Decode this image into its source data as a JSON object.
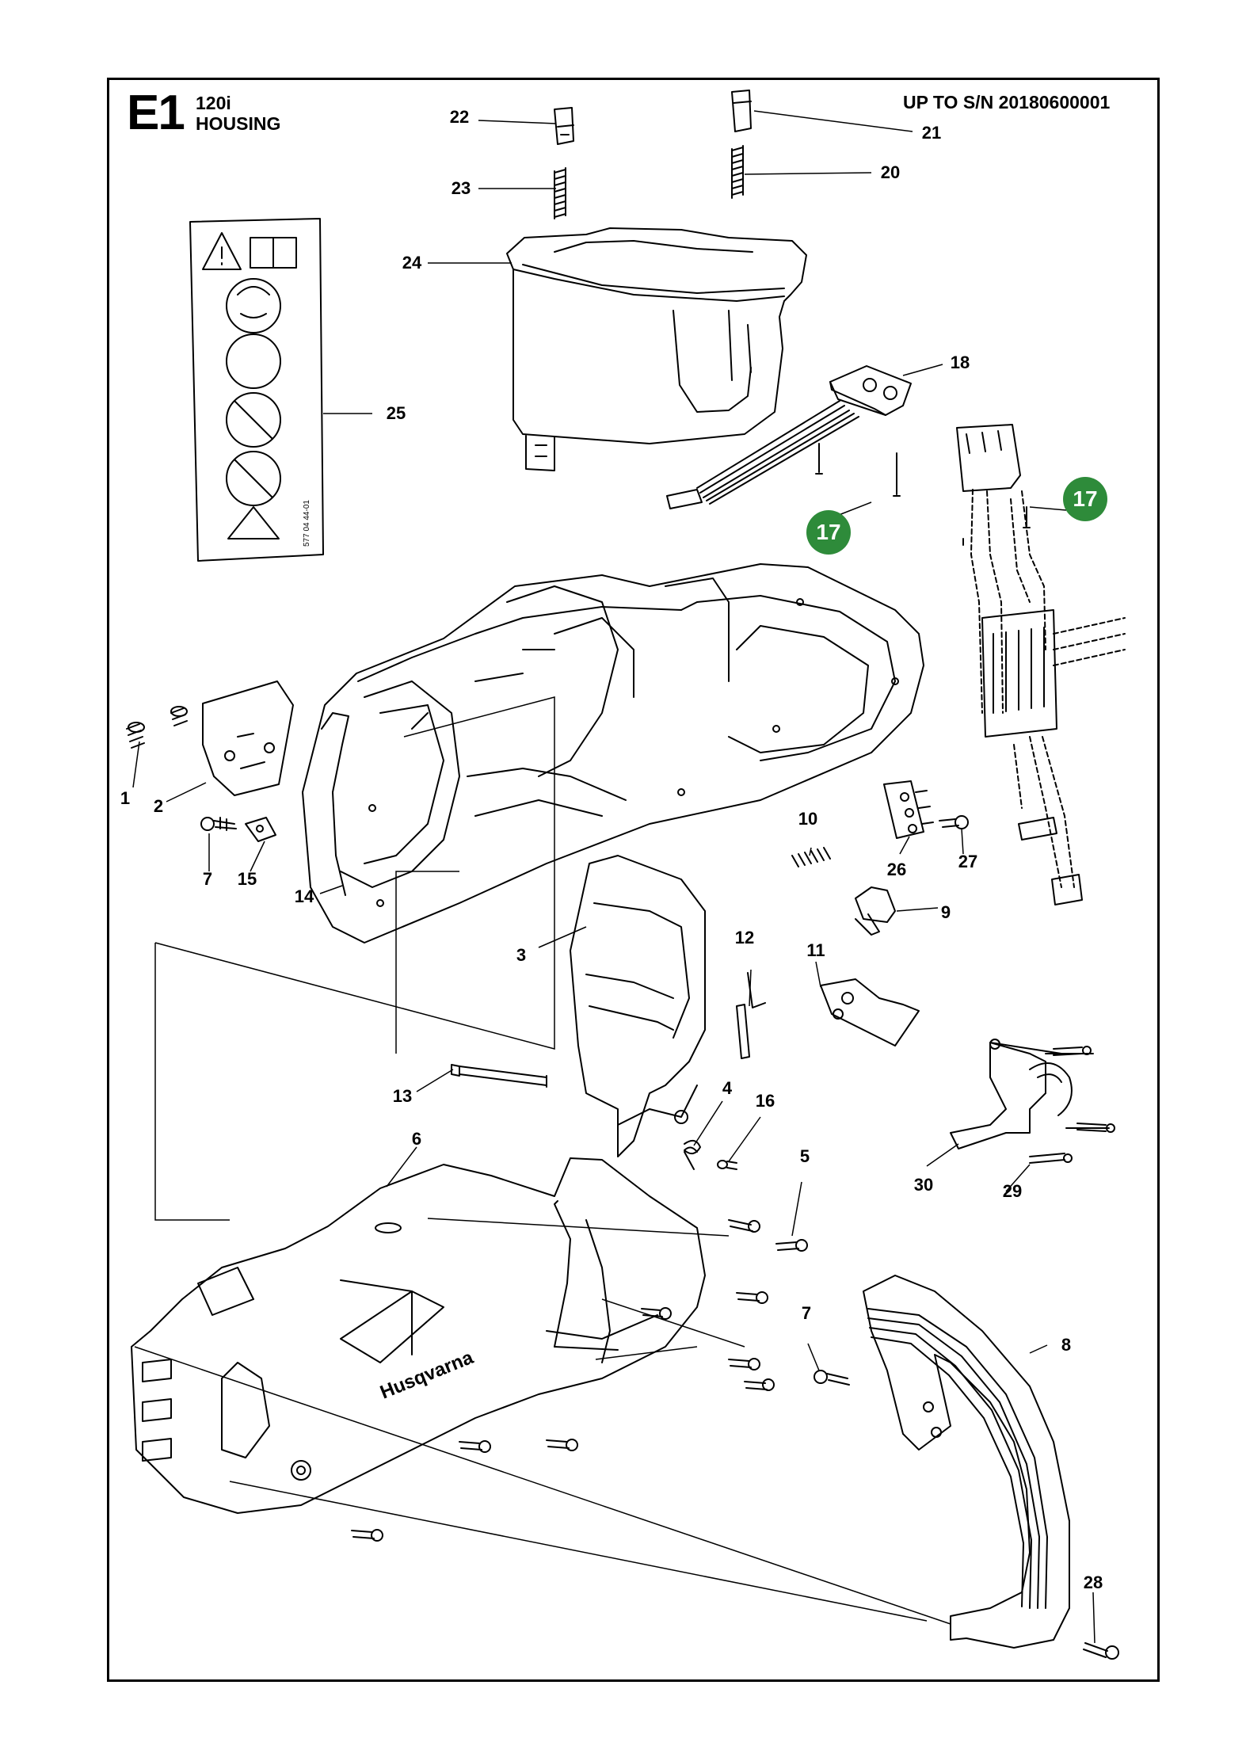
{
  "header": {
    "section": "E1",
    "model": "120i",
    "title": "HOUSING",
    "serial_note": "UP TO S/N 20180600001"
  },
  "callouts": {
    "c1": "1",
    "c2": "2",
    "c3": "3",
    "c4": "4",
    "c5": "5",
    "c6": "6",
    "c7a": "7",
    "c7b": "7",
    "c8": "8",
    "c9": "9",
    "c10": "10",
    "c11": "11",
    "c12": "12",
    "c13": "13",
    "c14": "14",
    "c15": "15",
    "c16": "16",
    "c17a": "17",
    "c17b": "17",
    "c18": "18",
    "c20": "20",
    "c21": "21",
    "c22": "22",
    "c23": "23",
    "c24": "24",
    "c25": "25",
    "c26": "26",
    "c27": "27",
    "c28": "28",
    "c29": "29",
    "c30": "30"
  },
  "decal_code": "577 04 44-01",
  "brand_mark": "Husqvarna",
  "colors": {
    "highlight": "#2e8b3a",
    "line": "#000000"
  }
}
